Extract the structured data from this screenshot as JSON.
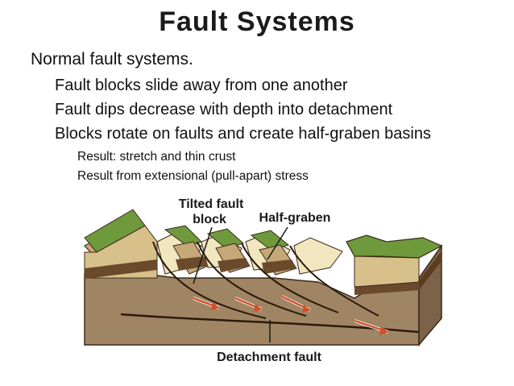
{
  "slide": {
    "title": "Fault Systems",
    "bullets": [
      {
        "level": 1,
        "text": "Normal fault systems."
      },
      {
        "level": 2,
        "text": "Fault blocks slide away from one another"
      },
      {
        "level": 2,
        "text": "Fault dips decrease with depth into detachment"
      },
      {
        "level": 2,
        "text": "Blocks rotate on faults and create half-graben basins"
      },
      {
        "level": 3,
        "text": "Result: stretch and thin crust"
      },
      {
        "level": 3,
        "text": "Result from extensional (pull-apart) stress"
      }
    ]
  },
  "diagram": {
    "labels": {
      "tilted_line1": "Tilted fault",
      "tilted_line2": "block",
      "half_graben": "Half-graben",
      "detachment": "Detachment fault"
    },
    "colors": {
      "grass": "#6f9a3c",
      "grass_dark": "#4f7a2a",
      "sediment": "#f1e6bf",
      "top_layer": "#c5a878",
      "mid_band": "#d8c08a",
      "dark_band": "#6a4a2a",
      "rock": "#a08565",
      "rock_dark": "#7c6246",
      "arrow": "#d0502a"
    }
  }
}
